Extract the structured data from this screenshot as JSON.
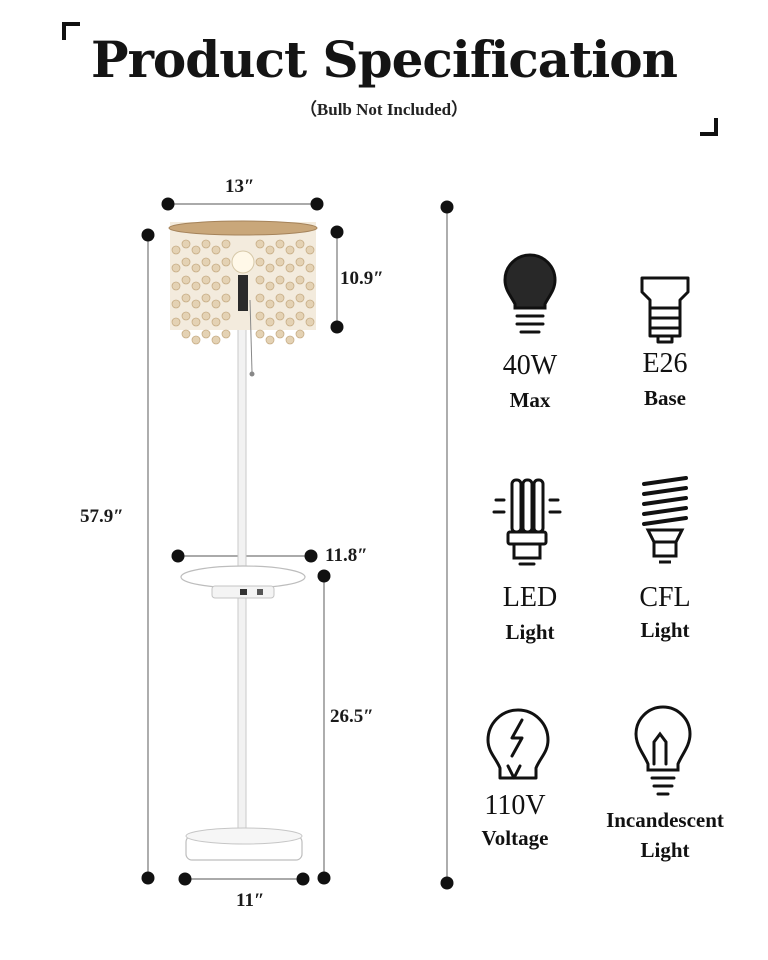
{
  "header": {
    "title": "Product Specification",
    "subtitle": "（Bulb Not Included）"
  },
  "dimensions": {
    "shade_width": "13″",
    "shade_height": "10.9″",
    "total_height": "57.9″",
    "tray_width": "11.8″",
    "tray_height": "26.5″",
    "base_width": "11″"
  },
  "specs": [
    {
      "value": "40W",
      "label": "Max",
      "icon": "bulb-icon"
    },
    {
      "value": "E26",
      "label": "Base",
      "icon": "socket-base-icon"
    },
    {
      "value": "LED",
      "label": "Light",
      "icon": "led-bulb-icon"
    },
    {
      "value": "CFL",
      "label": "Light",
      "icon": "cfl-bulb-icon"
    },
    {
      "value": "110V",
      "label": "Voltage",
      "icon": "voltage-bulb-icon"
    },
    {
      "value": "Incandescent",
      "label": "Light",
      "icon": "incandescent-bulb-icon"
    }
  ]
}
